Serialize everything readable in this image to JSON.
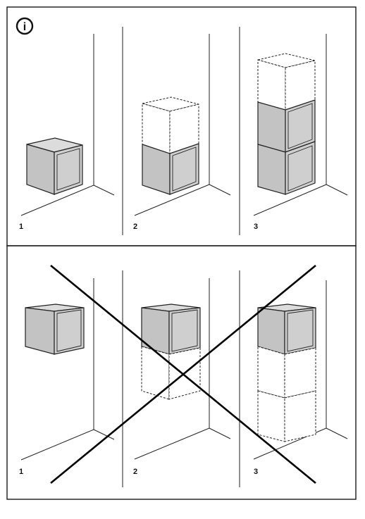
{
  "info_icon": {
    "name": "info-icon",
    "glyph": "i"
  },
  "correct_section": {
    "step_labels": [
      "1",
      "2",
      "3"
    ]
  },
  "incorrect_section": {
    "step_labels": [
      "1",
      "2",
      "3"
    ],
    "mark": "cross-icon"
  },
  "colors": {
    "border": "#1a1a1a",
    "cabinet_fill": "#d0d0d0",
    "line": "#222222"
  }
}
